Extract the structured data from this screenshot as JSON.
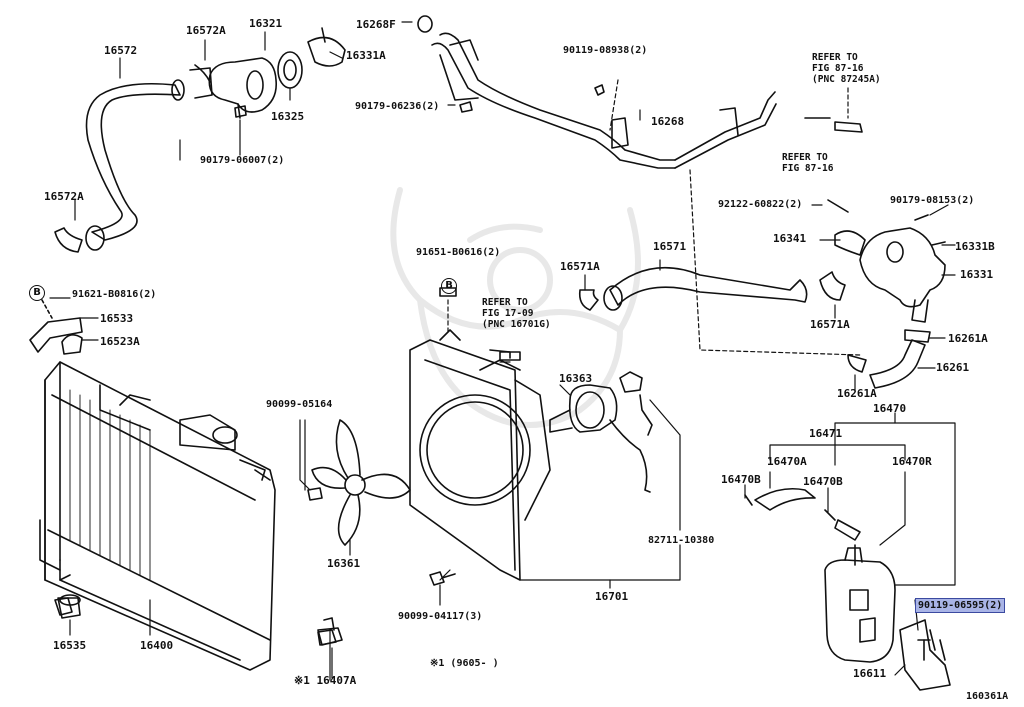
{
  "labels": {
    "p16572": "16572",
    "p16572A_top": "16572A",
    "p16321": "16321",
    "p16268F": "16268F",
    "p16331A": "16331A",
    "p16325": "16325",
    "p90179_06007": "90179-06007(2)",
    "p16572A_left": "16572A",
    "p90119_08938": "90119-08938(2)",
    "p90179_06236": "90179-06236(2)",
    "p16268": "16268",
    "p92122_60822": "92122-60822(2)",
    "p90179_08153": "90179-08153(2)",
    "p16341": "16341",
    "p16331B": "16331B",
    "p16331": "16331",
    "p16571": "16571",
    "p16571A_left": "16571A",
    "p16571A_right": "16571A",
    "p16261A_top": "16261A",
    "p16261": "16261",
    "p16261A_bottom": "16261A",
    "p16470": "16470",
    "p16471": "16471",
    "p16470A": "16470A",
    "p16470B_left": "16470B",
    "p16470B_right": "16470B",
    "p16470R": "16470R",
    "p91651_B0616": "91651-B0616(2)",
    "p91621_B0816": "91621-B0816(2)",
    "p16533": "16533",
    "p16523A": "16523A",
    "p16363": "16363",
    "p90099_05164": "90099-05164",
    "p16361": "16361",
    "p82711_10380": "82711-10380",
    "p16701": "16701",
    "p90099_04117": "90099-04117(3)",
    "p16535": "16535",
    "p16400": "16400",
    "p16407A": "※1 16407A",
    "p90119_06595": "90119-06595(2)",
    "p16611": "16611",
    "note": "※1 (9605-    )",
    "fig_id": "160361A"
  },
  "refs": {
    "ref_fig_87_16_top": [
      "REFER TO",
      "FIG 87-16",
      "(PNC 87245A)"
    ],
    "ref_fig_87_16_mid": [
      "REFER TO",
      "FIG 87-16"
    ],
    "ref_fig_17_09": [
      "REFER TO",
      "FIG 17-09",
      "(PNC 16701G)"
    ]
  },
  "marks": {
    "b_mark": "B"
  },
  "colors": {
    "line": "#111111",
    "highlight_bg": "#a9b4e6",
    "highlight_border": "#3b4aa0",
    "watermark": "#e6e6e6"
  }
}
